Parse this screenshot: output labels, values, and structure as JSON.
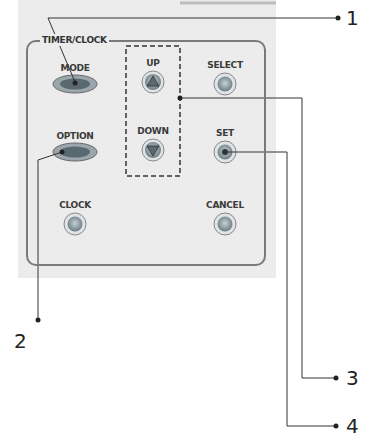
{
  "diagram": {
    "nodes": [
      {
        "text": [
          "TIMER/CLOCK"
        ]
      }
    ],
    "labels": [
      "MODE",
      "UP",
      "SELECT",
      "OPTION",
      "DOWN",
      "SET",
      "CLOCK",
      "CANCEL",
      "1",
      "2",
      "3",
      "4"
    ]
  }
}
